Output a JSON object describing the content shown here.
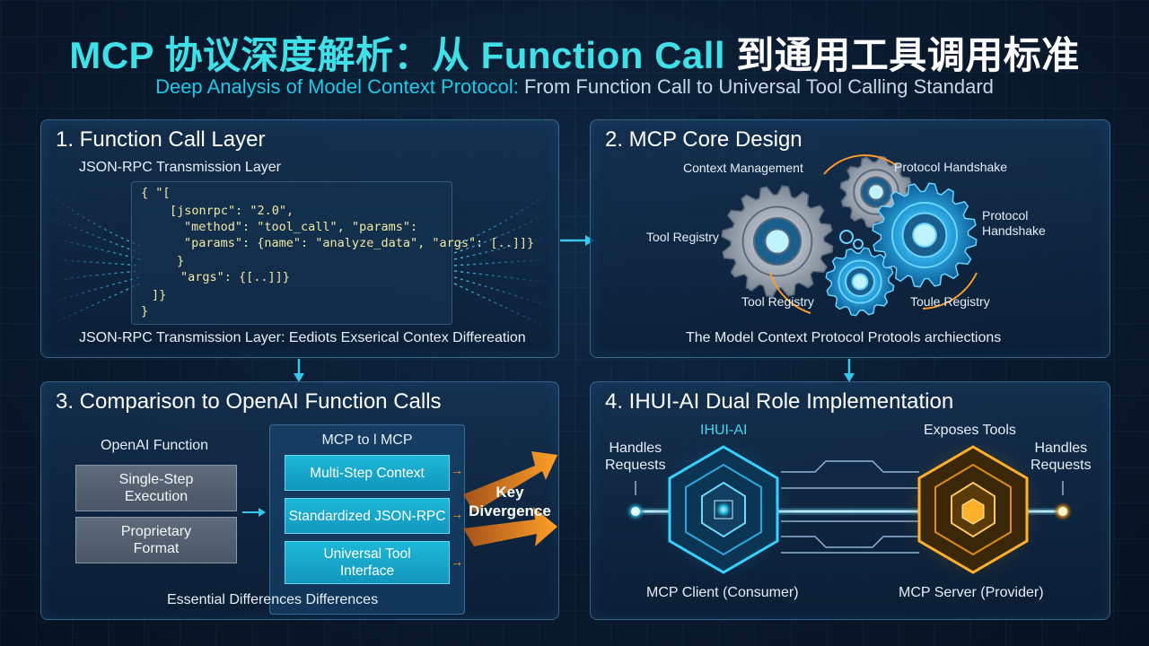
{
  "title": {
    "highlight": "MCP 协议深度解析：从 Function Call",
    "rest": "到通用工具调用标准"
  },
  "subtitle": {
    "highlight": "Deep Analysis of Model Context Protocol:",
    "rest": "From Function Call to Universal Tool Calling Standard"
  },
  "panel1": {
    "title": "1. Function Call Layer",
    "label_top": "JSON-RPC Transmission Layer",
    "code_lines": [
      "{ \"[",
      "[jsonrpc\": \"2.0\",",
      "\"method\": \"tool_call\", \"params\":",
      "\"params\": {name\": \"analyze_data\", \"args\": [..]]}",
      "}",
      "\"args\": {[..]]}",
      "]}",
      "}"
    ],
    "caption": "JSON-RPC Transmission Layer: Eediots Exserical Contex Differeation"
  },
  "panel2": {
    "title": "2. MCP Core Design",
    "labels": {
      "context_management": "Context Management",
      "protocol_handshake_top": "Protocol Handshake",
      "protocol_handshake_right": "Protocol\nHandshake",
      "tool_registry_left": "Tool Registry",
      "tool_registry_bottom": "Tool Registry",
      "toule_registry": "Toule Registry"
    },
    "caption": "The Model Context Protocol Protools archiections"
  },
  "panel3": {
    "title": "3. Comparison to OpenAI Function Calls",
    "openai_header": "OpenAI Function",
    "openai_items": [
      "Single-Step\nExecution",
      "Proprietary\nFormat"
    ],
    "mcp_header": "MCP to l MCP",
    "mcp_items": [
      "Multi-Step Context",
      "Standardized JSON-RPC",
      "Universal Tool\nInterface"
    ],
    "divergence": "Key\nDivergence",
    "caption": "Essential Differences Differences"
  },
  "panel4": {
    "title": "4. IHUI-AI Dual Role Implementation",
    "client_top_label": "IHUI-AI",
    "server_top_label": "Exposes Tools",
    "left_handles": "Handles\nRequests",
    "right_handles": "Handles\nRequests",
    "client_caption": "MCP Client (Consumer)",
    "server_caption": "MCP Server (Provider)"
  },
  "colors": {
    "accent_cyan": "#3fe0e8",
    "teal_box": "#1db8d8",
    "orange": "#ff9a2c",
    "client_glow": "#2cc7f0",
    "server_glow": "#ffb02a"
  }
}
